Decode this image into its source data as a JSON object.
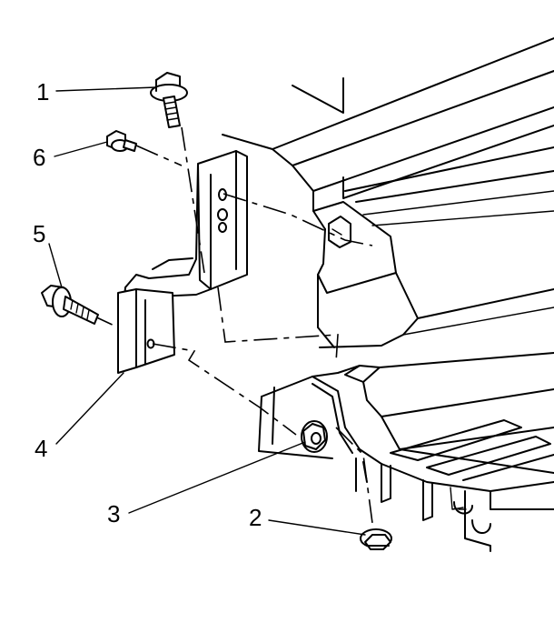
{
  "callouts": [
    {
      "id": "1",
      "label": "1"
    },
    {
      "id": "2",
      "label": "2"
    },
    {
      "id": "3",
      "label": "3"
    },
    {
      "id": "4",
      "label": "4"
    },
    {
      "id": "5",
      "label": "5"
    },
    {
      "id": "6",
      "label": "6"
    }
  ],
  "colors": {
    "ink": "#000000",
    "background": "#ffffff"
  }
}
